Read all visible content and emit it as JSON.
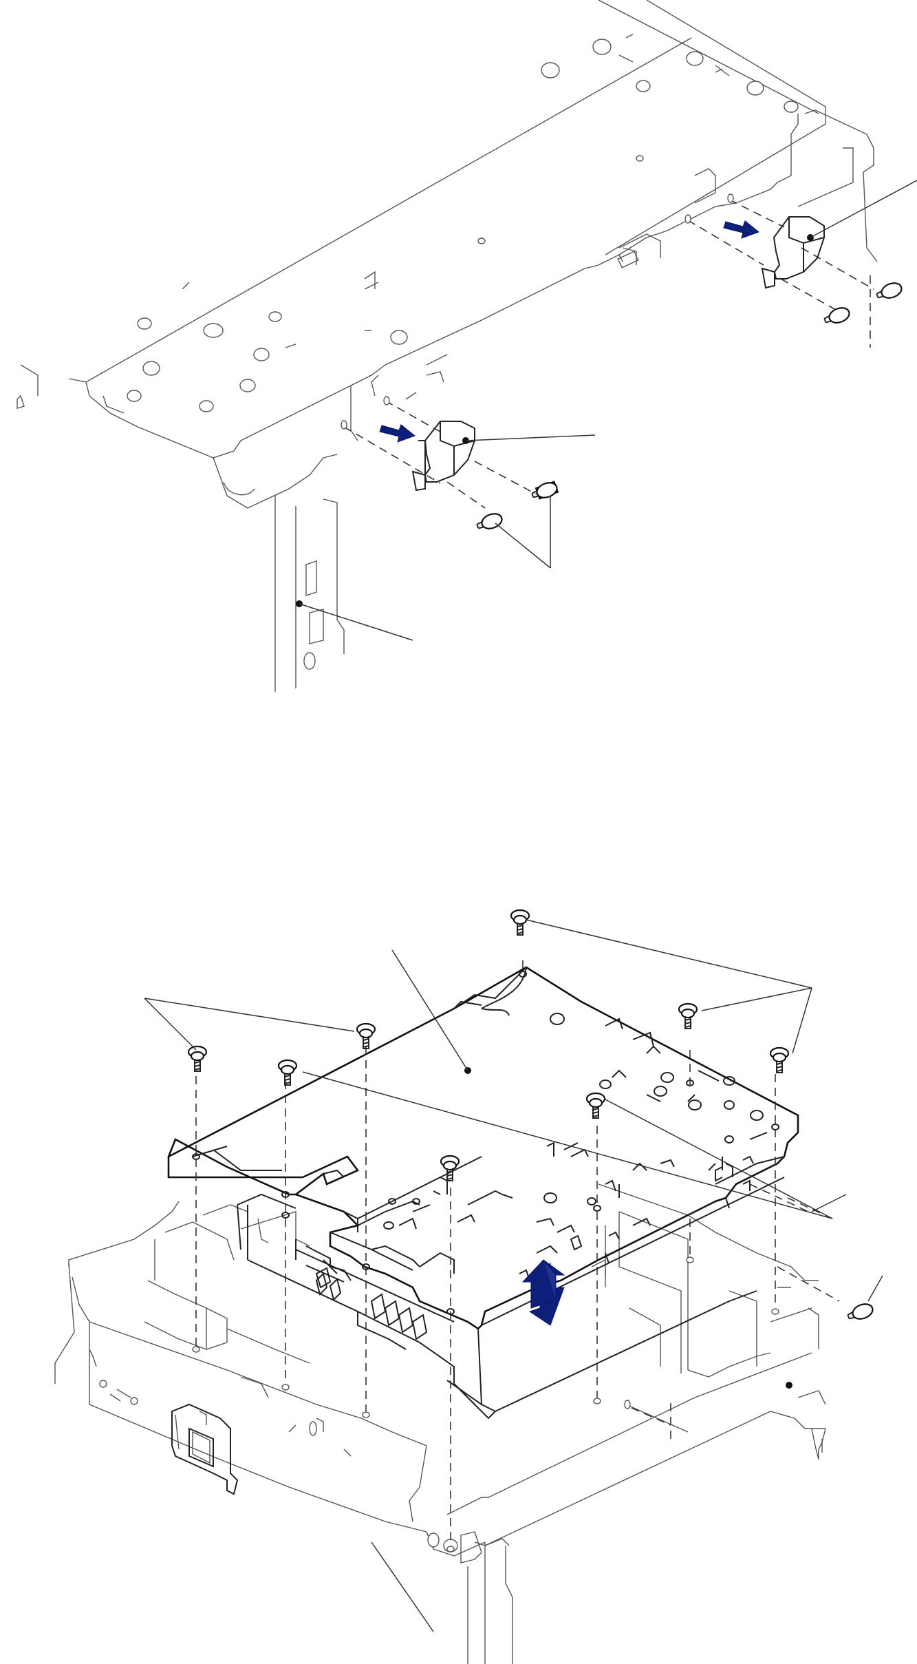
{
  "figure": {
    "panels": [
      {
        "id": "top",
        "parts": [
          "bracket-right",
          "bracket-left",
          "frame-side"
        ],
        "screws": 4,
        "removal_arrows": 2
      },
      {
        "id": "bottom",
        "parts": [
          "main-plate",
          "printer-frame"
        ],
        "screws": 9,
        "removal_arrows": 1
      }
    ],
    "colors": {
      "line": "#222222",
      "arrow": "#0d1f7a",
      "background": "#ffffff"
    }
  }
}
